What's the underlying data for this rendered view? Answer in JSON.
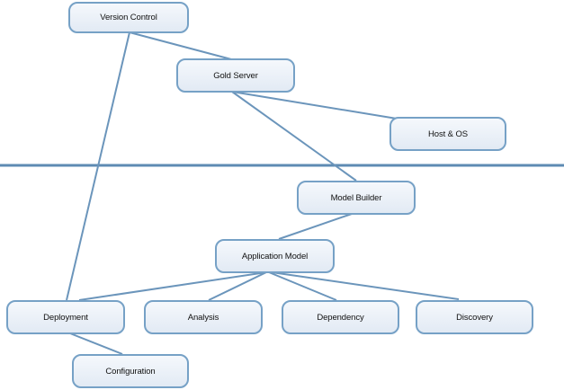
{
  "diagram": {
    "nodes": [
      {
        "id": "version-control",
        "label": "Version Control"
      },
      {
        "id": "gold-server",
        "label": "Gold Server"
      },
      {
        "id": "host-os",
        "label": "Host & OS"
      },
      {
        "id": "model-builder",
        "label": "Model Builder"
      },
      {
        "id": "application-model",
        "label": "Application Model"
      },
      {
        "id": "deployment",
        "label": "Deployment"
      },
      {
        "id": "analysis",
        "label": "Analysis"
      },
      {
        "id": "dependency",
        "label": "Dependency"
      },
      {
        "id": "discovery",
        "label": "Discovery"
      },
      {
        "id": "configuration",
        "label": "Configuration"
      }
    ],
    "edges": [
      {
        "from": "Version Control",
        "to": "Gold Server"
      },
      {
        "from": "Version Control",
        "to": "Deployment"
      },
      {
        "from": "Gold Server",
        "to": "Host & OS"
      },
      {
        "from": "Gold Server",
        "to": "Model Builder"
      },
      {
        "from": "Model Builder",
        "to": "Application Model"
      },
      {
        "from": "Application Model",
        "to": "Deployment"
      },
      {
        "from": "Application Model",
        "to": "Analysis"
      },
      {
        "from": "Application Model",
        "to": "Dependency"
      },
      {
        "from": "Application Model",
        "to": "Discovery"
      },
      {
        "from": "Deployment",
        "to": "Configuration"
      }
    ],
    "colors": {
      "node_border": "#76a1c6",
      "node_fill_top": "#f5f8fc",
      "node_fill_bottom": "#e2eaf4",
      "edge": "#6b95bb",
      "divider": "#5e8bb3",
      "text": "#111111",
      "background": "#ffffff"
    }
  }
}
